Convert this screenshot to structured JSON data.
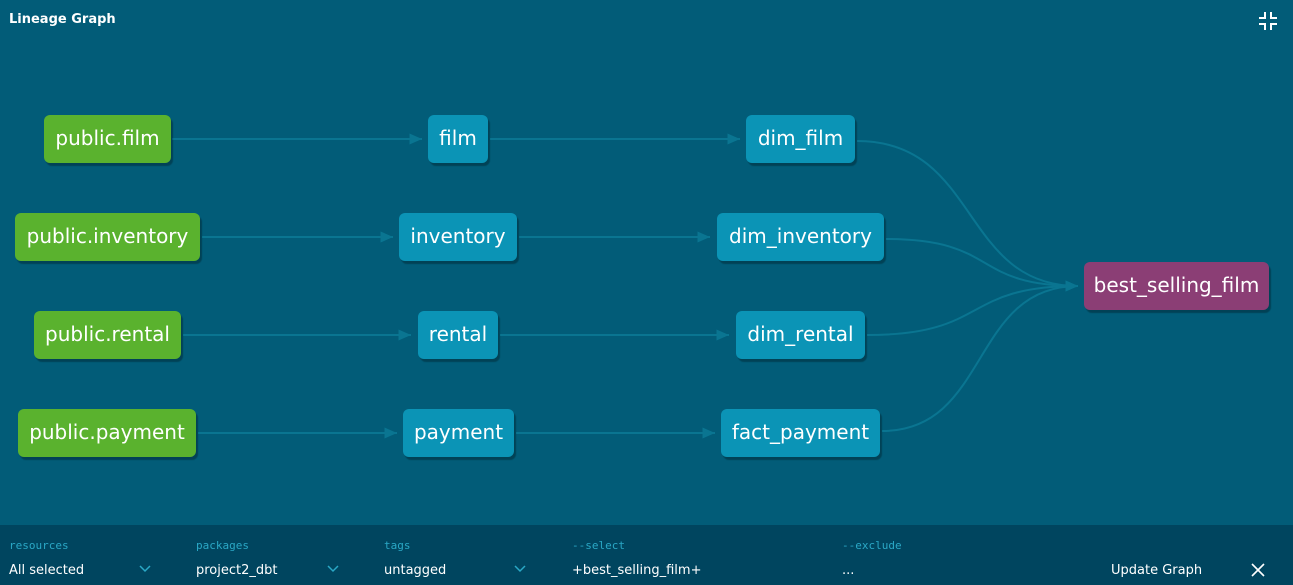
{
  "header": {
    "title": "Lineage Graph"
  },
  "graph": {
    "sources": [
      "public.film",
      "public.inventory",
      "public.rental",
      "public.payment"
    ],
    "models": [
      "film",
      "inventory",
      "rental",
      "payment"
    ],
    "dims": [
      "dim_film",
      "dim_inventory",
      "dim_rental",
      "fact_payment"
    ],
    "target": "best_selling_film"
  },
  "toolbar": {
    "resources": {
      "label": "resources",
      "value": "All selected"
    },
    "packages": {
      "label": "packages",
      "value": "project2_dbt"
    },
    "tags": {
      "label": "tags",
      "value": "untagged"
    },
    "select": {
      "label": "--select",
      "value": "+best_selling_film+"
    },
    "exclude": {
      "label": "--exclude",
      "value": "..."
    },
    "update_label": "Update Graph"
  },
  "colors": {
    "background": "#025c78",
    "toolbar": "#00455f",
    "source_node": "#5ab22e",
    "model_node": "#0b94b6",
    "target_node": "#8b3e75",
    "edge": "#0a7591",
    "label_accent": "#2aa8c6"
  },
  "icons": {
    "collapse": "collapse-icon",
    "close": "close-icon",
    "dropdown": "chevron-down-icon"
  }
}
